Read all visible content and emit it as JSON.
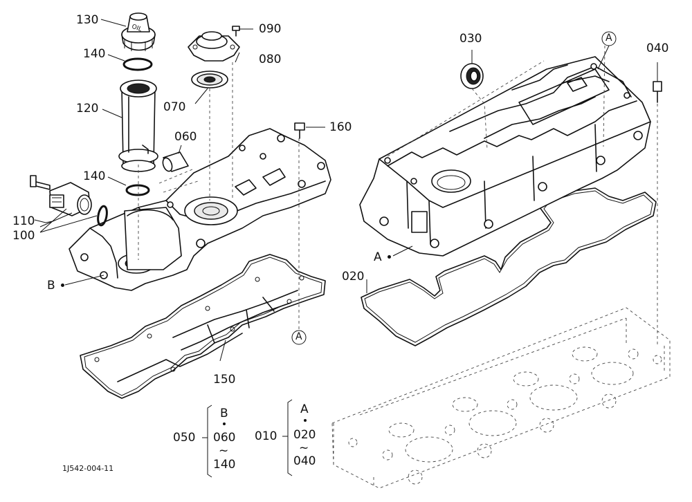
{
  "callouts": {
    "p130": "130",
    "p140_top": "140",
    "p120": "120",
    "p140_mid": "140",
    "p110": "110",
    "p100": "100",
    "b_ref": "B",
    "p090": "090",
    "p080": "080",
    "p070": "070",
    "p060": "060",
    "p160": "160",
    "circle_a_lower": "A",
    "p150": "150",
    "p030": "030",
    "circle_a_upper": "A",
    "p040": "040",
    "a_ref": "A",
    "p020": "020"
  },
  "cap_text": "OIL",
  "kits": {
    "kit_050": {
      "kit": "050",
      "ref": "B",
      "first": "060",
      "last": "140"
    },
    "kit_010": {
      "kit": "010",
      "ref": "A",
      "first": "020",
      "last": "040"
    }
  },
  "tilde": "~",
  "figure_id": "1J542-004-11"
}
